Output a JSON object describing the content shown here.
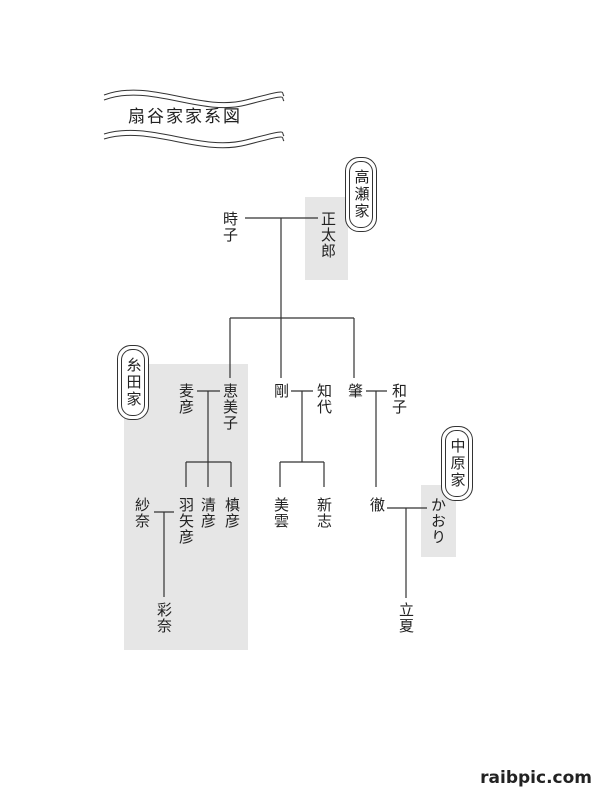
{
  "title": "扇谷家家系図",
  "families": {
    "takase": "高瀬家",
    "itoda": "糸田家",
    "nakahara": "中原家"
  },
  "people": {
    "tokiko": "時子",
    "shotaro": "正太郎",
    "mugihiko": "麦彦",
    "emiko": "恵美子",
    "tsuyoshi": "剛",
    "tomoyo": "知代",
    "susumu": "肇",
    "kazuko": "和子",
    "hanehiko": "羽矢彦",
    "kiyohiko": "清彦",
    "makihiko": "槙彦",
    "miun": "美雲",
    "shinji": "新志",
    "toru": "徹",
    "kaori": "かおり",
    "sana": "紗奈",
    "ayana": "彩奈",
    "rikka": "立夏"
  },
  "watermark": "raibpic.com"
}
